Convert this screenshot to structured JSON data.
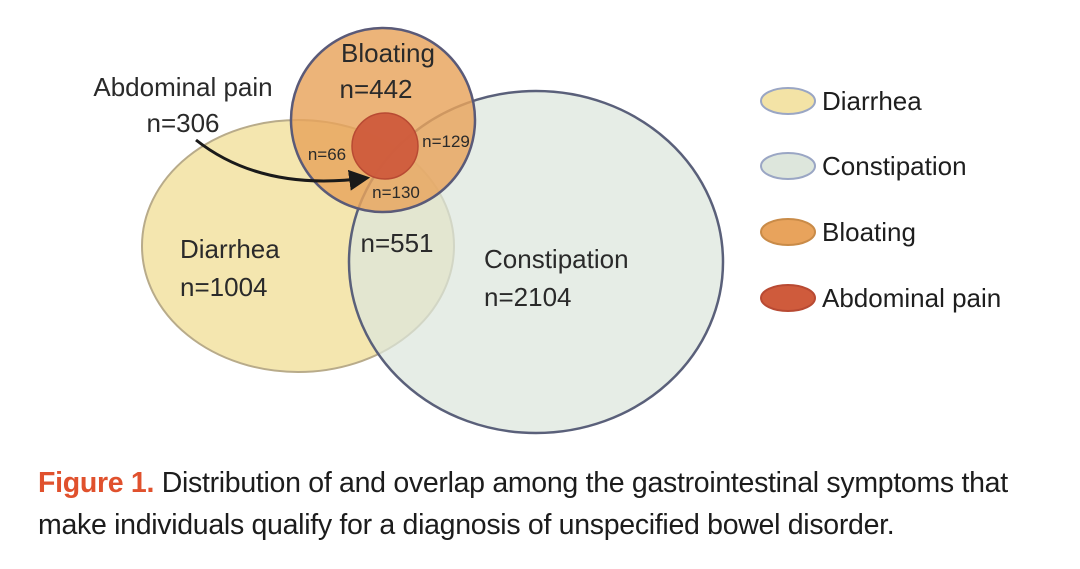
{
  "diagram": {
    "sets": {
      "diarrhea": {
        "name": "Diarrhea",
        "count": "n=1004",
        "color": "#f3e3a6"
      },
      "constipation": {
        "name": "Constipation",
        "count": "n=2104",
        "color": "#dde6dc"
      },
      "bloating": {
        "name": "Bloating",
        "count": "n=442",
        "color": "#e8a35c"
      },
      "abdominal_pain": {
        "name": "Abdominal pain",
        "count": "n=306",
        "color": "#cf5b3c"
      }
    },
    "overlaps": {
      "diarrhea_constipation": "n=551",
      "diarrhea_bloating": "n=66",
      "bloating_constipation": "n=129",
      "bloating_center": "n=130"
    }
  },
  "legend": {
    "items": [
      {
        "label": "Diarrhea",
        "color": "#f3e3a6"
      },
      {
        "label": "Constipation",
        "color": "#dde6dc"
      },
      {
        "label": "Bloating",
        "color": "#e8a35c"
      },
      {
        "label": "Abdominal pain",
        "color": "#cf5b3c"
      }
    ]
  },
  "caption": {
    "figure_label": "Figure 1.",
    "text": " Distribution of and overlap among the gastrointestinal symptoms that make individuals qualify for a diagnosis of unspecified bowel disorder."
  }
}
